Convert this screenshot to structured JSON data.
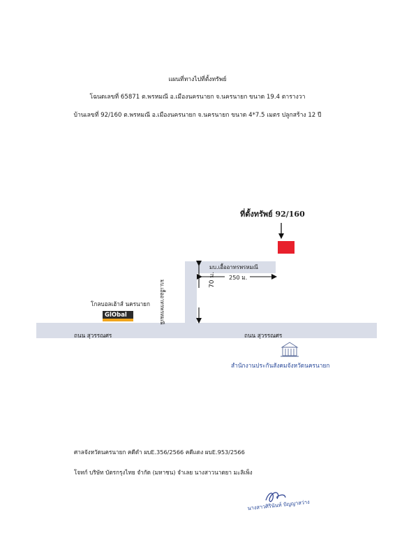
{
  "header": {
    "title": "แผนที่ทางไปที่ตั้งทรัพย์",
    "line1": "โฉนดเลขที่ 65871 ต.พรหมณี อ.เมืองนครนายก จ.นครนายก ขนาด 19.4 ตารางวา",
    "line2": "บ้านเลขที่ 92/160 ต.พรหมณี อ.เมืองนครนายก จ.นครนายก ขนาด 4*7.5 เมตร ปลูกสร้าง 12 ปี"
  },
  "map": {
    "property_label": "ที่ตั้งทรัพย์ 92/160",
    "property_color": "#e8202c",
    "road_color": "#d9dde8",
    "soi_name": "มบ.เอื้ออาทรพรหมณี",
    "soi_name_vertical": "มบ.เอื้ออาทรพรหมณี",
    "distance_horizontal": "250 ม.",
    "distance_vertical": "70 ม.",
    "main_road_left": "ถนน สุวรรณศร",
    "main_road_right": "ถนน สุวรรณศร",
    "store_label": "โกลบอลเฮ้าส์ นครนายก",
    "store_logo_text": "GlObal",
    "office_label": "สำนักงานประกันสังคมจังหวัดนครนายก"
  },
  "footer": {
    "court_line": "ศาลจังหวัดนครนายก  คดีดำ ผบE.356/2566  คดีแดง ผบE.953/2566",
    "parties_line": "โจทก์ บริษัท บัตรกรุงไทย จำกัด (มหาชน)      จำเลย นางสาวนาตยา มะลิเพ็ง",
    "signer_name": "นางสาวศิรินันท์ ปัญญาสว่าง"
  }
}
